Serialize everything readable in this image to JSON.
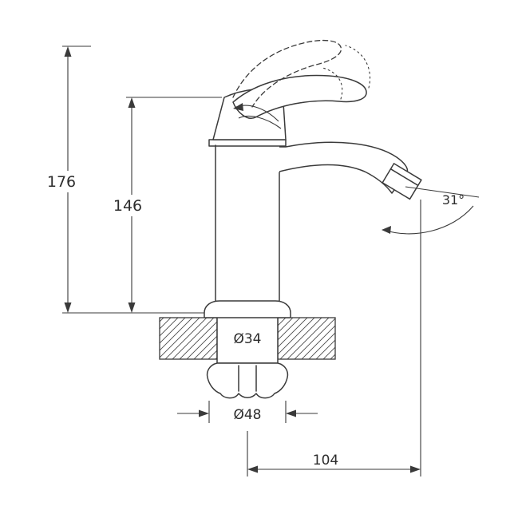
{
  "drawing": {
    "kind": "faucet-installation-dimension-drawing",
    "line_color": "#3a3a3a",
    "labels": {
      "total_height": "176",
      "body_height": "146",
      "spout_angle": "31°",
      "shank_diameter": "Ø34",
      "nut_diameter": "Ø48",
      "spout_reach": "104"
    }
  }
}
